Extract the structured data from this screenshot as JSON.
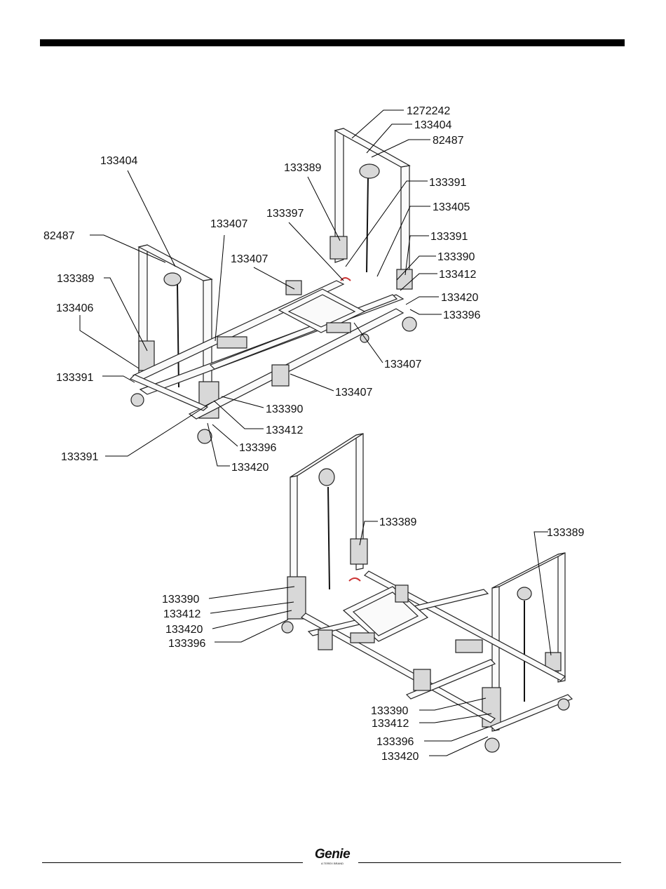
{
  "callouts": {
    "a1": "1272242",
    "a2": "133404",
    "a3": "82487",
    "a4": "133404",
    "a5": "133389",
    "a6": "133391",
    "a7": "133405",
    "a8": "133397",
    "a9": "133407",
    "a10": "82487",
    "a11": "133391",
    "a12": "133390",
    "a13": "133407",
    "a14": "133389",
    "a15": "133412",
    "a16": "133420",
    "a17": "133406",
    "a18": "133396",
    "a19": "133407",
    "a20": "133391",
    "a21": "133407",
    "a22": "133390",
    "a23": "133412",
    "a24": "133391",
    "a25": "133396",
    "a26": "133420",
    "b1": "133389",
    "b2": "133389",
    "b3": "133390",
    "b4": "133412",
    "b5": "133420",
    "b6": "133396",
    "b7": "133390",
    "b8": "133412",
    "b9": "133396",
    "b10": "133420"
  },
  "logo": {
    "word": "Genie",
    "tagline": "A TEREX BRAND"
  }
}
